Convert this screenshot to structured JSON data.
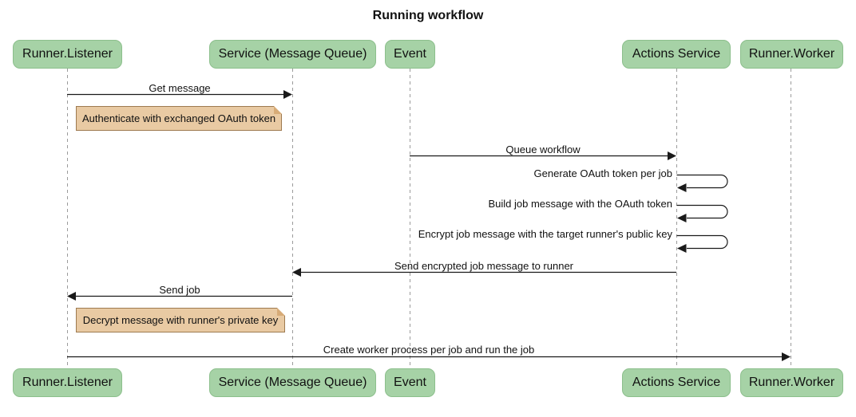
{
  "title": "Running workflow",
  "colors": {
    "actor_fill": "#a6d2a6",
    "actor_border": "#8cbf8c",
    "note_fill": "#e9caa3",
    "note_border": "#9e7a50",
    "note_fold": "#d7ab77",
    "lifeline": "#9b9b9b",
    "line": "#1a1a1a",
    "text": "#111111",
    "bg": "#ffffff"
  },
  "actors": [
    {
      "label": "Runner.Listener"
    },
    {
      "label": "Service (Message Queue)"
    },
    {
      "label": "Event"
    },
    {
      "label": "Actions Service"
    },
    {
      "label": "Runner.Worker"
    }
  ],
  "messages": [
    {
      "label": "Get message",
      "from": "Runner.Listener",
      "to": "Service (Message Queue)",
      "type": "solid-arrow"
    },
    {
      "label": "Queue workflow",
      "from": "Event",
      "to": "Actions Service",
      "type": "solid-arrow"
    },
    {
      "label": "Generate OAuth token per job",
      "from": "Actions Service",
      "to": "Actions Service",
      "type": "self"
    },
    {
      "label": "Build job message with the OAuth token",
      "from": "Actions Service",
      "to": "Actions Service",
      "type": "self"
    },
    {
      "label": "Encrypt job message with the target runner's public key",
      "from": "Actions Service",
      "to": "Actions Service",
      "type": "self"
    },
    {
      "label": "Send encrypted job message to runner",
      "from": "Actions Service",
      "to": "Service (Message Queue)",
      "type": "solid-arrow"
    },
    {
      "label": "Send job",
      "from": "Service (Message Queue)",
      "to": "Runner.Listener",
      "type": "solid-arrow"
    },
    {
      "label": "Create worker process per job and run the job",
      "from": "Runner.Listener",
      "to": "Runner.Worker",
      "type": "solid-arrow"
    }
  ],
  "notes": [
    {
      "text": "Authenticate with exchanged OAuth token",
      "over": "Runner.Listener"
    },
    {
      "text": "Decrypt message with runner's private key",
      "over": "Runner.Listener"
    }
  ]
}
